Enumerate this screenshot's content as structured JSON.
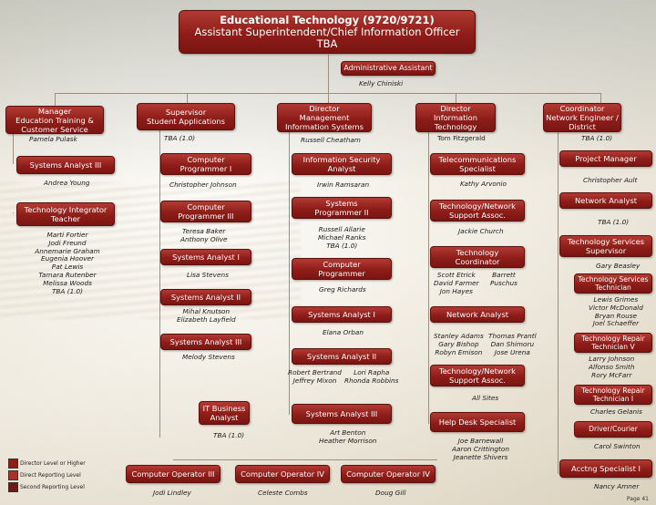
{
  "header": {
    "title": "Educational Technology (9720/9721)",
    "subtitle": "Assistant Superintendent/Chief Information Officer",
    "tba": "TBA"
  },
  "admin": {
    "label": "Administrative Assistant",
    "name": "Kelly Chiniski"
  },
  "col1": {
    "manager_label": [
      "Manager",
      "Education Training &",
      "Customer Service"
    ],
    "manager_name": "Pamela Pulask",
    "sys_analyst": "Systems Analyst III",
    "sys_analyst_name": "Andrea Young",
    "integrator": [
      "Technology Integrator",
      "Teacher"
    ],
    "integrator_names": [
      "Marti Fortier",
      "Jodi Freund",
      "Annemarie Graham",
      "Eugenia Hoover",
      "Pat Lewis",
      "Tamara Rutenber",
      "Melissa Woods",
      "TBA (1.0)"
    ]
  },
  "col2": {
    "supervisor": [
      "Supervisor",
      "Student Applications"
    ],
    "supervisor_tba": "TBA (1.0)",
    "prog1": [
      "Computer",
      "Programmer I"
    ],
    "prog1_name": "Christopher Johnson",
    "prog3": [
      "Computer",
      "Programmer III"
    ],
    "prog3_names": [
      "Teresa Baker",
      "Anthony Olive"
    ],
    "sa1": "Systems Analyst I",
    "sa1_name": "Lisa Stevens",
    "sa2": "Systems Analyst II",
    "sa2_names": [
      "Mihal Knutson",
      "Elizabeth Layfield"
    ],
    "sa3": "Systems Analyst III",
    "sa3_name": "Melody Stevens",
    "itba": [
      "IT Business",
      "Analyst"
    ],
    "itba_tba": "TBA (1.0)"
  },
  "col3": {
    "director": [
      "Director",
      "Management",
      "Information Systems"
    ],
    "director_name": "Russell Cheatham",
    "isa": [
      "Information Security",
      "Analyst"
    ],
    "isa_name": "Irwin Ramsaran",
    "sp2": [
      "Systems",
      "Programmer II"
    ],
    "sp2_names": [
      "Russell Allarie",
      "Michael Ranks",
      "TBA (1.0)"
    ],
    "cp": [
      "Computer",
      "Programmer"
    ],
    "cp_name": "Greg Richards",
    "sa1": "Systems Analyst I",
    "sa1_name": "Elana Orban",
    "sa2": "Systems Analyst II",
    "sa2_names_l": [
      "Robert Bertrand",
      "Jeffrey Mixon"
    ],
    "sa2_names_r": [
      "Lori Rapha",
      "Rhonda Robbins"
    ],
    "sa3": "Systems Analyst III",
    "sa3_names": [
      "Art Benton",
      "Heather Morrison"
    ]
  },
  "col4": {
    "director": [
      "Director",
      "Information",
      "Technology"
    ],
    "director_name": "Tom Fitzgerald",
    "telecom": [
      "Telecommunications",
      "Specialist"
    ],
    "telecom_name": "Kathy Arvonio",
    "tna": [
      "Technology/Network",
      "Support Assoc."
    ],
    "tna_name": "Jackie Church",
    "coord": [
      "Technology",
      "Coordinator"
    ],
    "coord_names_l": [
      "Scott Etrick",
      "David Farmer",
      "Jon Hayes"
    ],
    "coord_names_r": [
      "Barrett",
      "Puschus"
    ],
    "net": "Network Analyst",
    "net_names_l": [
      "Stanley Adams",
      "Gary Bishop",
      "Robyn Emison"
    ],
    "net_names_r": [
      "Thomas Prantl",
      "Dan Shimoru",
      "Jose Urena"
    ],
    "tns2": [
      "Technology/Network",
      "Support Assoc."
    ],
    "tns2_name": "All Sites",
    "helpdesk": "Help Desk Specialist",
    "helpdesk_names": [
      "Joe Barnewall",
      "Aaron Crittington",
      "Jeanette Shivers"
    ]
  },
  "col5": {
    "coordinator": [
      "Coordinator",
      "Network Engineer /",
      "District"
    ],
    "coordinator_tba": "TBA (1.0)",
    "pm": "Project Manager",
    "pm_name": "Christopher Ault",
    "na": "Network Analyst",
    "na_tba": "TBA (1.0)",
    "tss": [
      "Technology Services",
      "Supervisor"
    ],
    "tss_name": "Gary Beasley",
    "tst": [
      "Technology Services",
      "Technician"
    ],
    "tst_names": [
      "Lewis Grimes",
      "Victor McDonald",
      "Bryan Rouse",
      "Joel Schaeffer"
    ],
    "trt5": [
      "Technology Repair",
      "Technician V"
    ],
    "trt5_names": [
      "Larry Johnson",
      "Alfonso Smith",
      "Rory McFarr"
    ],
    "trt1": [
      "Technology Repair",
      "Technician I"
    ],
    "trt1_name": "Charles Gelanis",
    "driver": "Driver/Courier",
    "driver_name": "Carol Swinton",
    "acctg": "Acctng Specialist I",
    "acctg_name": "Nancy Amner"
  },
  "bottom": {
    "op1": "Computer Operator III",
    "op1_name": "Jodi Lindley",
    "op2": "Computer Operator IV",
    "op2_name": "Celeste Combs",
    "op3": "Computer Operator IV",
    "op3_name": "Doug Gill"
  },
  "legend": {
    "l1": "Director Level or Higher",
    "l2": "Direct Reporting Level",
    "l3": "Second Reporting Level",
    "c1": "#8e1d19",
    "c2": "#a8322c",
    "c3": "#6b1a17"
  },
  "page": "Page 41"
}
